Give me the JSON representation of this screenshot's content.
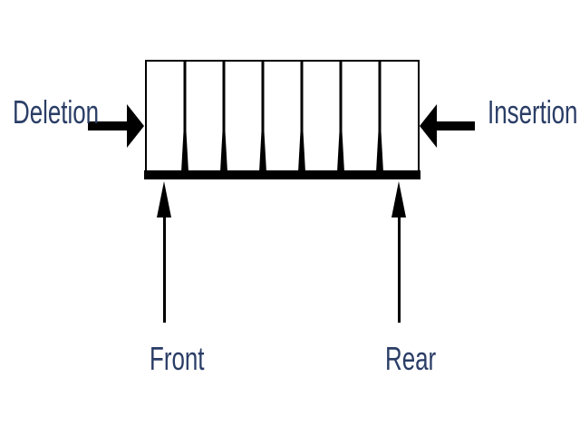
{
  "labels": {
    "deletion": "Deletion",
    "insertion": "Insertion",
    "front": "Front",
    "rear": "Rear"
  },
  "queue": {
    "cell_count": 7
  },
  "colors": {
    "label_text": "#2a3d66",
    "stroke": "#000000",
    "background": "#ffffff"
  }
}
